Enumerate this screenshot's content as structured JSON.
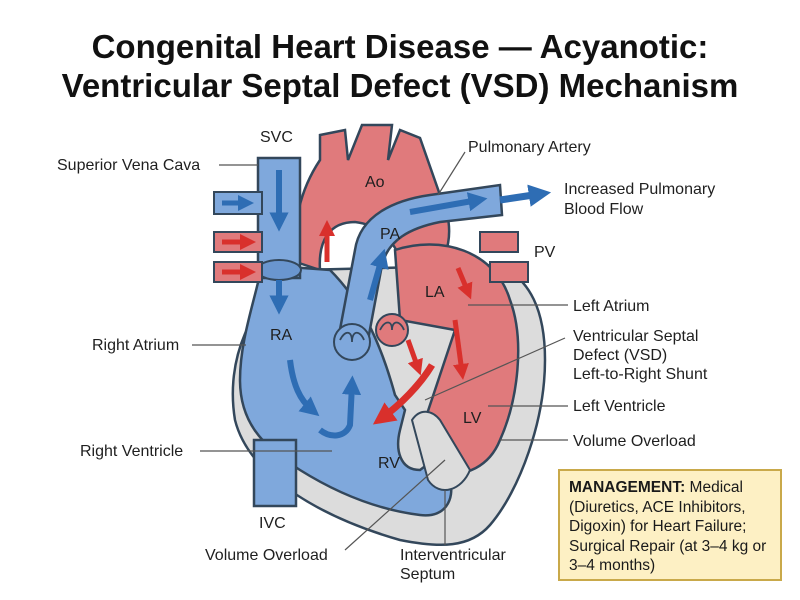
{
  "title": {
    "line1": "Congenital Heart Disease — Acyanotic:",
    "line2": "Ventricular Septal Defect (VSD) Mechanism"
  },
  "labels": {
    "svc": "SVC",
    "superior_vena_cava": "Superior Vena Cava",
    "pulmonary_artery": "Pulmonary Artery",
    "ao": "Ao",
    "increased_flow_1": "Increased Pulmonary",
    "increased_flow_2": "Blood Flow",
    "pa": "PA",
    "pv": "PV",
    "la": "LA",
    "left_atrium": "Left Atrium",
    "right_atrium": "Right Atrium",
    "ra": "RA",
    "vsd_1": "Ventricular Septal",
    "vsd_2": "Defect (VSD)",
    "vsd_3": "Left-to-Right Shunt",
    "left_ventricle": "Left Ventricle",
    "lv": "LV",
    "volume_overload_right": "Volume Overload",
    "right_ventricle": "Right Ventricle",
    "rv": "RV",
    "ivc": "IVC",
    "volume_overload_bottom": "Volume Overload",
    "interventricular_1": "Interventricular",
    "interventricular_2": "Septum"
  },
  "management": {
    "heading": "MANAGEMENT:",
    "text": " Medical (Diuretics, ACE Inhibitors, Digoxin) for Heart Failure; Surgical Repair (at 3–4 kg or 3–4 months)"
  },
  "colors": {
    "deoxygenated_blue": "#7fa8dc",
    "oxygenated_red": "#e07a7c",
    "outline": "#33475b",
    "blue_arrow": "#2e6db4",
    "red_arrow": "#d9302c",
    "pericardium_gray": "#dcdcdc",
    "management_bg": "#fdf0c4",
    "management_border": "#c9a94a"
  }
}
